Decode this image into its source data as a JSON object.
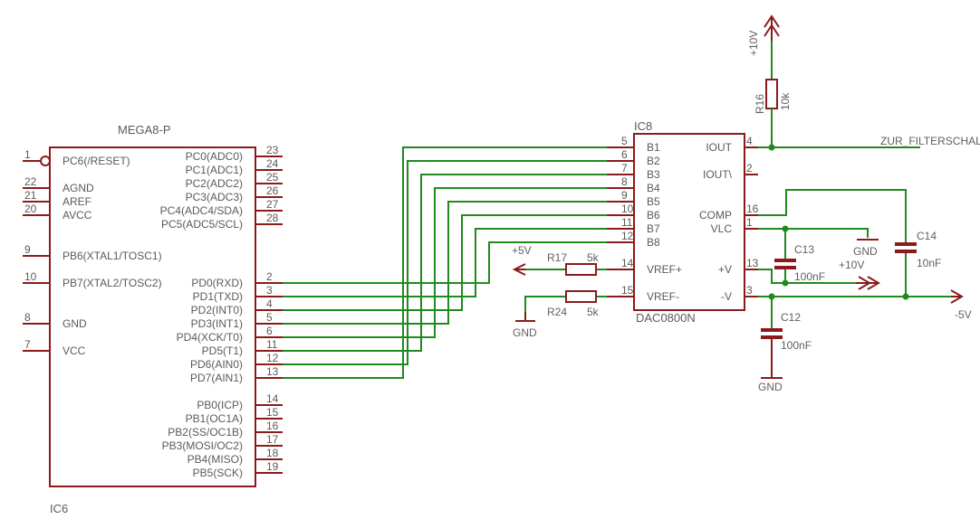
{
  "ic6": {
    "name": "IC6",
    "value": "MEGA8-P",
    "left_pins": [
      {
        "num": "1",
        "label": "PC6(/RESET)"
      },
      {
        "num": "22",
        "label": "AGND"
      },
      {
        "num": "21",
        "label": "AREF"
      },
      {
        "num": "20",
        "label": "AVCC"
      },
      {
        "num": "9",
        "label": "PB6(XTAL1/TOSC1)"
      },
      {
        "num": "10",
        "label": "PB7(XTAL2/TOSC2)"
      },
      {
        "num": "8",
        "label": "GND"
      },
      {
        "num": "7",
        "label": "VCC"
      }
    ],
    "right_pins": [
      {
        "num": "23",
        "label": "PC0(ADC0)"
      },
      {
        "num": "24",
        "label": "PC1(ADC1)"
      },
      {
        "num": "25",
        "label": "PC2(ADC2)"
      },
      {
        "num": "26",
        "label": "PC3(ADC3)"
      },
      {
        "num": "27",
        "label": "PC4(ADC4/SDA)"
      },
      {
        "num": "28",
        "label": "PC5(ADC5/SCL)"
      },
      {
        "num": "2",
        "label": "PD0(RXD)"
      },
      {
        "num": "3",
        "label": "PD1(TXD)"
      },
      {
        "num": "4",
        "label": "PD2(INT0)"
      },
      {
        "num": "5",
        "label": "PD3(INT1)"
      },
      {
        "num": "6",
        "label": "PD4(XCK/T0)"
      },
      {
        "num": "11",
        "label": "PD5(T1)"
      },
      {
        "num": "12",
        "label": "PD6(AIN0)"
      },
      {
        "num": "13",
        "label": "PD7(AIN1)"
      },
      {
        "num": "14",
        "label": "PB0(ICP)"
      },
      {
        "num": "15",
        "label": "PB1(OC1A)"
      },
      {
        "num": "16",
        "label": "PB2(SS/OC1B)"
      },
      {
        "num": "17",
        "label": "PB3(MOSI/OC2)"
      },
      {
        "num": "18",
        "label": "PB4(MISO)"
      },
      {
        "num": "19",
        "label": "PB5(SCK)"
      }
    ]
  },
  "ic8": {
    "name": "IC8",
    "value": "DAC0800N",
    "left_pins": [
      {
        "num": "5",
        "label": "B1"
      },
      {
        "num": "6",
        "label": "B2"
      },
      {
        "num": "7",
        "label": "B3"
      },
      {
        "num": "8",
        "label": "B4"
      },
      {
        "num": "9",
        "label": "B5"
      },
      {
        "num": "10",
        "label": "B6"
      },
      {
        "num": "11",
        "label": "B7"
      },
      {
        "num": "12",
        "label": "B8"
      },
      {
        "num": "14",
        "label": "VREF+"
      },
      {
        "num": "15",
        "label": "VREF-"
      }
    ],
    "right_pins": [
      {
        "num": "4",
        "label": "IOUT"
      },
      {
        "num": "2",
        "label": "IOUT\\"
      },
      {
        "num": "16",
        "label": "COMP"
      },
      {
        "num": "1",
        "label": "VLC"
      },
      {
        "num": "13",
        "label": "+V"
      },
      {
        "num": "3",
        "label": "-V"
      }
    ]
  },
  "parts": {
    "r16": {
      "name": "R16",
      "value": "10k"
    },
    "r17": {
      "name": "R17",
      "value": "5k"
    },
    "r24": {
      "name": "R24",
      "value": "5k"
    },
    "c12": {
      "name": "C12",
      "value": "100nF"
    },
    "c13": {
      "name": "C13",
      "value": "100nF"
    },
    "c14": {
      "name": "C14",
      "value": "10nF"
    }
  },
  "nets": {
    "plus10v_top": "+10V",
    "plus10v_right": "+10V",
    "plus5v": "+5V",
    "minus5v": "-5V",
    "gnd_r24": "GND",
    "gnd_c12": "GND",
    "gnd_vlc": "GND",
    "filter": "ZUR_FILTERSCHALTUNG"
  },
  "colors": {
    "symbol": "#8b1a1a",
    "wire": "#1f8a1f",
    "text": "#5a5a5a"
  }
}
